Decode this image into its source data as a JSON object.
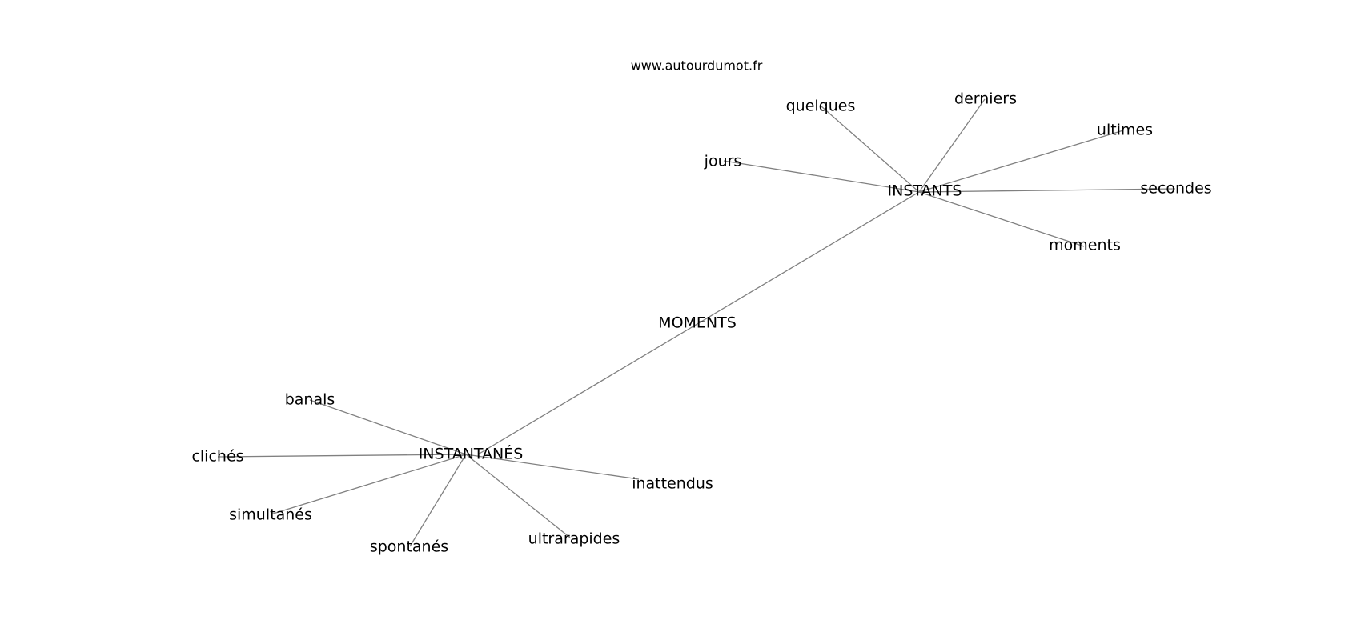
{
  "watermark": "www.autourdumot.fr",
  "graph": {
    "center": "MOMENTS",
    "hubs": [
      {
        "label": "INSTANTS",
        "neighbors": [
          "quelques",
          "derniers",
          "ultimes",
          "jours",
          "secondes",
          "moments"
        ]
      },
      {
        "label": "INSTANTANÉS",
        "neighbors": [
          "banals",
          "clichés",
          "simultanés",
          "spontanés",
          "ultrarapides",
          "inattendus"
        ]
      }
    ]
  }
}
